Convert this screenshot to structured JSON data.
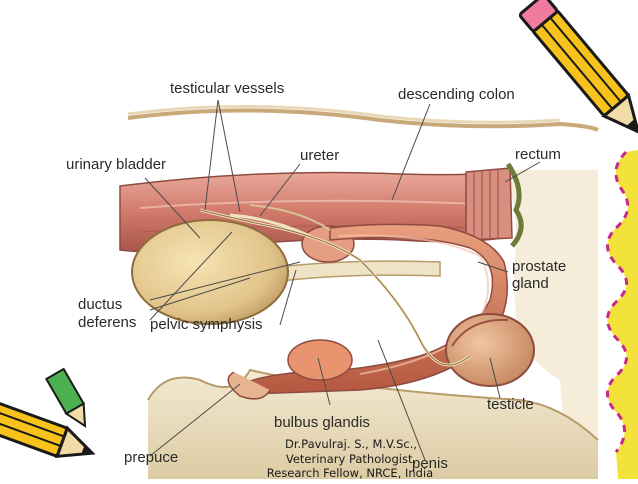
{
  "diagram": {
    "labels": {
      "testicular_vessels": "testicular vessels",
      "descending_colon": "descending colon",
      "urinary_bladder": "urinary bladder",
      "ureter": "ureter",
      "rectum": "rectum",
      "prostate_gland_1": "prostate",
      "prostate_gland_2": "gland",
      "ductus_deferens_1": "ductus",
      "ductus_deferens_2": "deferens",
      "pelvic_symphysis": "pelvic symphysis",
      "bulbus_glandis": "bulbus glandis",
      "testicle": "testicle",
      "prepuce": "prepuce",
      "penis": "penis"
    }
  },
  "credit": {
    "line1": "Dr.Pavulraj. S., M.V.Sc.,",
    "line2": "Veterinary Pathologist,",
    "line3": "Research Fellow, NRCE, India"
  },
  "decorations": {
    "top_right": "pencil-icon",
    "bottom_left": "pencil-icon",
    "right_edge": "yellow-wavy-stripe"
  }
}
